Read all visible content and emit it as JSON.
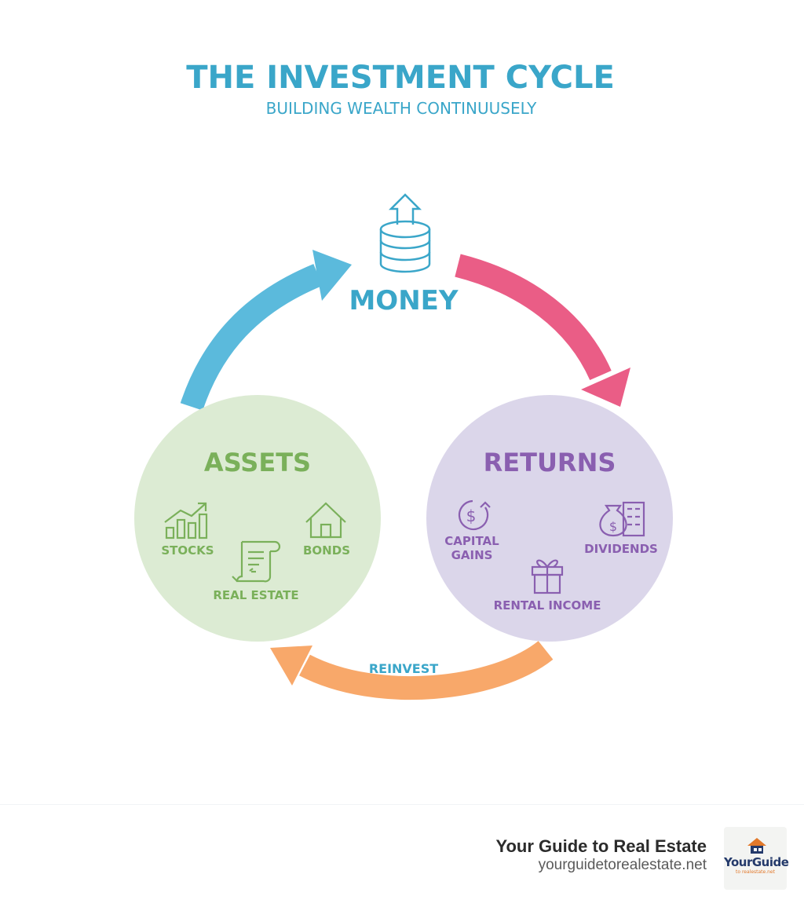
{
  "header": {
    "title": "THE INVESTMENT CYCLE",
    "subtitle": "BUILDING WEALTH CONTINUUSELY"
  },
  "nodes": {
    "money": {
      "label": "MONEY",
      "icon": "coin-stack-up-arrow-icon",
      "color": "#3aa6c9"
    },
    "assets": {
      "label": "ASSETS",
      "color": "#7ab05a",
      "fill": "#dcebd3",
      "items": [
        {
          "label": "STOCKS",
          "icon": "bar-chart-trend-icon"
        },
        {
          "label": "BONDS",
          "icon": "house-icon"
        },
        {
          "label": "REAL ESTATE",
          "icon": "document-scroll-icon"
        }
      ]
    },
    "returns": {
      "label": "RETURNS",
      "color": "#8a5fb0",
      "fill": "#dbd6ea",
      "items": [
        {
          "label_line1": "CAPITAL",
          "label_line2": "GAINS",
          "icon": "dollar-cycle-icon"
        },
        {
          "label": "DIVIDENDS",
          "icon": "money-bag-building-icon"
        },
        {
          "label": "RENTAL INCOME",
          "icon": "gift-box-icon"
        }
      ]
    }
  },
  "arrows": {
    "assets_to_money": {
      "color": "#5bbadc"
    },
    "money_to_returns": {
      "color": "#ea5d86"
    },
    "returns_to_assets": {
      "color": "#f8a86a",
      "label": "REINVEST",
      "label_color": "#3aa6c9"
    }
  },
  "footer": {
    "brand_name": "Your Guide to Real Estate",
    "brand_url": "yourguidetorealestate.net",
    "logo_text": "YourGuide",
    "logo_subtext": "to realestate.net"
  }
}
